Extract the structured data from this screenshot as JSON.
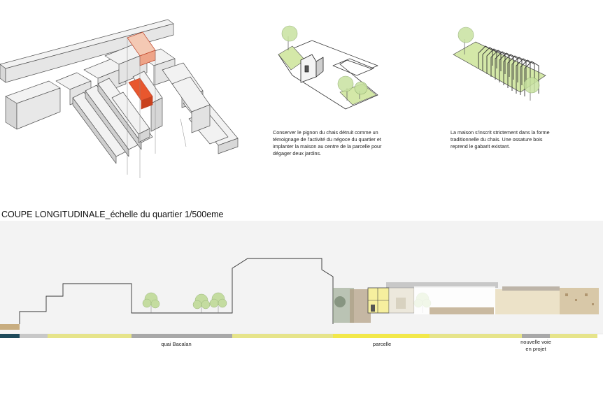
{
  "captions": {
    "pignon": "Conserver le pignon du chais détruit comme un témoignage de l'activité du négoce du quartier et implanter la maison au centre de la parcelle pour dégager deux jardins.",
    "ossature": "La maison s'inscrit strictement dans la forme traditionnelle du chais. Une ossature bois reprend le gabarit existant."
  },
  "section": {
    "title": "COUPE LONGITUDINALE_échelle du quartier 1/500eme",
    "labels": {
      "quai": "quai Bacalan",
      "parcelle": "parcelle",
      "voie_line1": "nouvelle voie",
      "voie_line2": "en projet"
    }
  },
  "colors": {
    "highlight": "#e8572e",
    "garden": "#d4e8a8",
    "tree": "#b8d890",
    "band_yellow": "#e6e48a",
    "band_bright": "#f2e84a",
    "band_gray": "#a8a8a8",
    "band_navy": "#1e4a5a"
  }
}
